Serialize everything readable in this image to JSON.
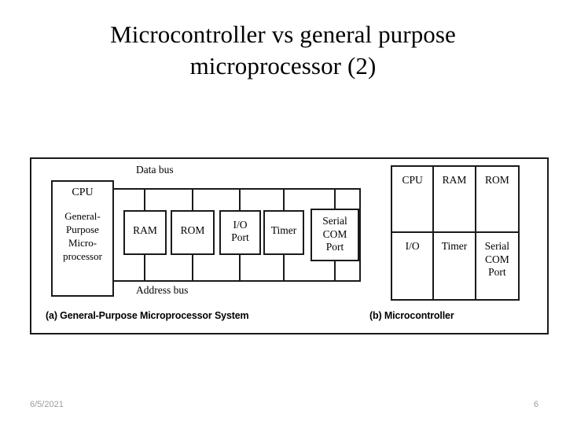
{
  "slide": {
    "title_line1": "Microcontroller vs general purpose",
    "title_line2": "microprocessor (2)"
  },
  "figure": {
    "left_diagram": {
      "caption": "(a) General-Purpose Microprocessor System",
      "data_bus_label": "Data bus",
      "address_bus_label": "Address bus",
      "cpu": {
        "header": "CPU",
        "body": "General-\nPurpose\nMicro-\nprocessor"
      },
      "blocks": [
        {
          "id": "ram",
          "label": "RAM"
        },
        {
          "id": "rom",
          "label": "ROM"
        },
        {
          "id": "io",
          "label": "I/O\nPort"
        },
        {
          "id": "timer",
          "label": "Timer"
        },
        {
          "id": "serial",
          "label": "Serial\nCOM\nPort"
        }
      ]
    },
    "right_diagram": {
      "caption": "(b) Microcontroller",
      "grid_cells": [
        {
          "label": "CPU"
        },
        {
          "label": "RAM"
        },
        {
          "label": "ROM"
        },
        {
          "label": "I/O"
        },
        {
          "label": "Timer"
        },
        {
          "label": "Serial\nCOM\nPort"
        }
      ]
    }
  },
  "footer": {
    "date": "6/5/2021",
    "page_number": "6"
  },
  "colors": {
    "background": "#ffffff",
    "ink": "#1a1a1a",
    "footer_text": "#9d9d9d"
  }
}
